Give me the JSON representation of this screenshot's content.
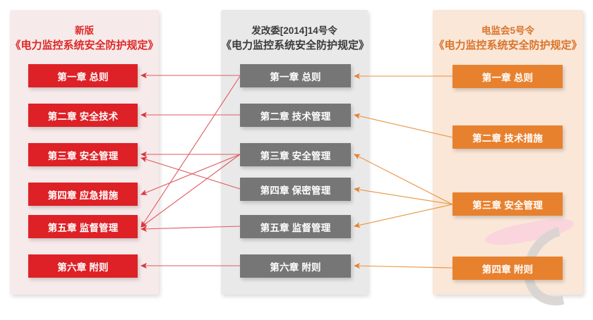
{
  "diagram": {
    "type": "comparison-mapping",
    "columns": [
      {
        "id": "new",
        "accent": "#dd2126",
        "panel_bg": "#f7eaea",
        "heading_line1": "新版",
        "heading_line2": "《电力监控系统安全防护规定》",
        "chapters": [
          {
            "label": "第一章 总则"
          },
          {
            "label": "第二章 安全技术"
          },
          {
            "label": "第三章 安全管理"
          },
          {
            "label": "第四章 应急措施"
          },
          {
            "label": "第五章 监督管理"
          },
          {
            "label": "第六章 附则"
          }
        ]
      },
      {
        "id": "ndrc14",
        "accent": "#767676",
        "panel_bg": "#e9e9e9",
        "heading_line1": "发改委[2014]14号令",
        "heading_line2": "《电力监控系统安全防护规定》",
        "chapters": [
          {
            "label": "第一章 总则"
          },
          {
            "label": "第二章 技术管理"
          },
          {
            "label": "第三章 安全管理"
          },
          {
            "label": "第四章 保密管理"
          },
          {
            "label": "第五章 监督管理"
          },
          {
            "label": "第六章 附则"
          }
        ]
      },
      {
        "id": "serc5",
        "accent": "#e8812e",
        "panel_bg": "#fae7d8",
        "heading_line1": "电监会5号令",
        "heading_line2": "《电力监控系统安全防护规定》",
        "chapters": [
          {
            "label": "第一章 总则"
          },
          {
            "label": "第二章 技术措施"
          },
          {
            "label": "第三章 安全管理"
          },
          {
            "label": "第四章 附则"
          }
        ]
      }
    ],
    "mappings_mid_to_new": [
      {
        "from": "第一章 总则",
        "to": "第一章 总则"
      },
      {
        "from": "第二章 技术管理",
        "to": "第二章 安全技术"
      },
      {
        "from": "第三章 安全管理",
        "to": "第三章 安全管理"
      },
      {
        "from": "第三章 安全管理",
        "to": "第四章 应急措施"
      },
      {
        "from": "第三章 安全管理",
        "to": "第五章 监督管理"
      },
      {
        "from": "第四章 保密管理",
        "to": "第三章 安全管理"
      },
      {
        "from": "第五章 监督管理",
        "to": "第五章 监督管理"
      },
      {
        "from": "第六章 附则",
        "to": "第六章 附则"
      }
    ],
    "mappings_right_to_mid": [
      {
        "from": "第一章 总则",
        "to": "第一章 总则"
      },
      {
        "from": "第二章 技术措施",
        "to": "第二章 技术管理"
      },
      {
        "from": "第三章 安全管理",
        "to": "第三章 安全管理"
      },
      {
        "from": "第三章 安全管理",
        "to": "第四章 保密管理"
      },
      {
        "from": "第三章 安全管理",
        "to": "第五章 监督管理"
      },
      {
        "from": "第四章 附则",
        "to": "第六章 附则"
      }
    ]
  }
}
